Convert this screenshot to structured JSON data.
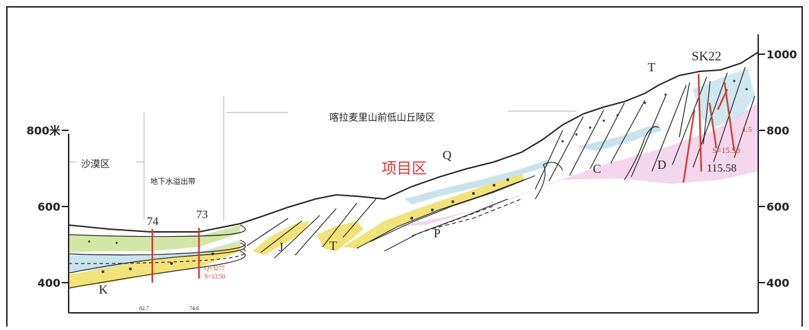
{
  "left_axis": {
    "ticks": [
      {
        "value": 800,
        "label": "800米"
      },
      {
        "value": 600,
        "label": "600"
      },
      {
        "value": 400,
        "label": "400"
      }
    ]
  },
  "right_axis": {
    "ticks": [
      {
        "value": 1000,
        "label": "1000"
      },
      {
        "value": 800,
        "label": "800"
      },
      {
        "value": 600,
        "label": "600"
      },
      {
        "value": 400,
        "label": "400"
      }
    ]
  },
  "zones": {
    "desert": "沙漠区",
    "overflow": "地下水溢出带",
    "piedmont": "喀拉麦里山前低山丘陵区"
  },
  "project_area": "项目区",
  "wells": {
    "w74": {
      "id": "74",
      "depth": "82.7"
    },
    "w73": {
      "id": "73",
      "depth": "74.6",
      "q": "Q=3277",
      "s": "S=13.50"
    },
    "sk22": {
      "id": "SK22",
      "q": "1.5",
      "s": "S=15.58",
      "depth": "115.58"
    }
  },
  "strata": {
    "K": "K",
    "J": "J",
    "T1": "T",
    "P": "P",
    "Q": "Q",
    "C": "C",
    "D": "D",
    "T2": "T"
  },
  "colors": {
    "yellow": "#f2e27a",
    "green": "#d2e7a6",
    "blue": "#c8e3ec",
    "pink": "#f3d3ea",
    "red": "#d43a30",
    "line": "#222222"
  }
}
